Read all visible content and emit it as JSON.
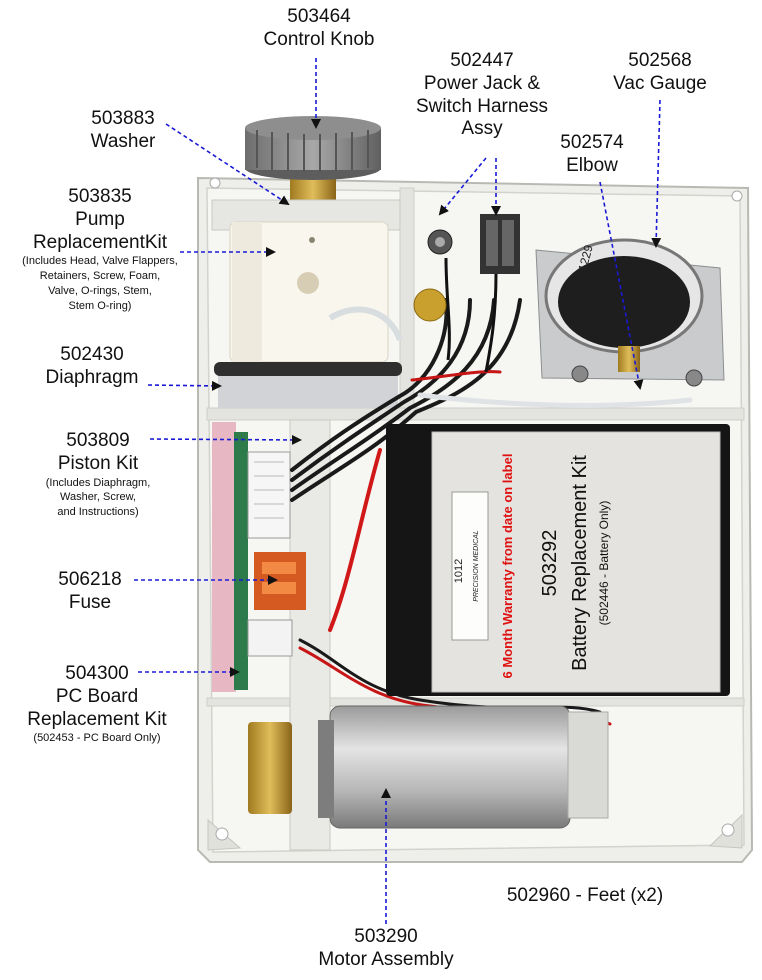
{
  "labels": {
    "control_knob": {
      "part": "503464",
      "name": "Control Knob"
    },
    "washer": {
      "part": "503883",
      "name": "Washer"
    },
    "pump": {
      "part": "503835",
      "name_1": "Pump",
      "name_2": "ReplacementKit",
      "note": [
        "(Includes Head, Valve Flappers,",
        "Retainers, Screw, Foam,",
        "Valve, O-rings, Stem,",
        "Stem O-ring)"
      ]
    },
    "diaphragm": {
      "part": "502430",
      "name": "Diaphragm"
    },
    "piston": {
      "part": "503809",
      "name": "Piston Kit",
      "note": [
        "(Includes Diaphragm,",
        "Washer, Screw,",
        "and Instructions)"
      ]
    },
    "fuse": {
      "part": "506218",
      "name": "Fuse"
    },
    "pc_board": {
      "part": "504300",
      "name_1": "PC Board",
      "name_2": "Replacement Kit",
      "note": "(502453 - PC Board Only)"
    },
    "power_jack": {
      "part": "502447",
      "name_1": "Power Jack &",
      "name_2": "Switch Harness",
      "name_3": "Assy"
    },
    "vac_gauge": {
      "part": "502568",
      "name": "Vac Gauge"
    },
    "elbow": {
      "part": "502574",
      "name": "Elbow"
    },
    "feet": "502960 - Feet (x2)",
    "motor": {
      "part": "503290",
      "name": "Motor Assembly"
    }
  },
  "battery": {
    "lot": "1012",
    "brand": "PRECISION MEDICAL",
    "warranty": "6 Month Warranty from date on label",
    "part": "503292",
    "title": "Battery Replacement Kit",
    "note": "(502446 - Battery Only)"
  },
  "gauge_face": "1229",
  "colors": {
    "arrow": "#1a1ad6",
    "warranty": "#e01010",
    "housing": "#eeeeea"
  }
}
